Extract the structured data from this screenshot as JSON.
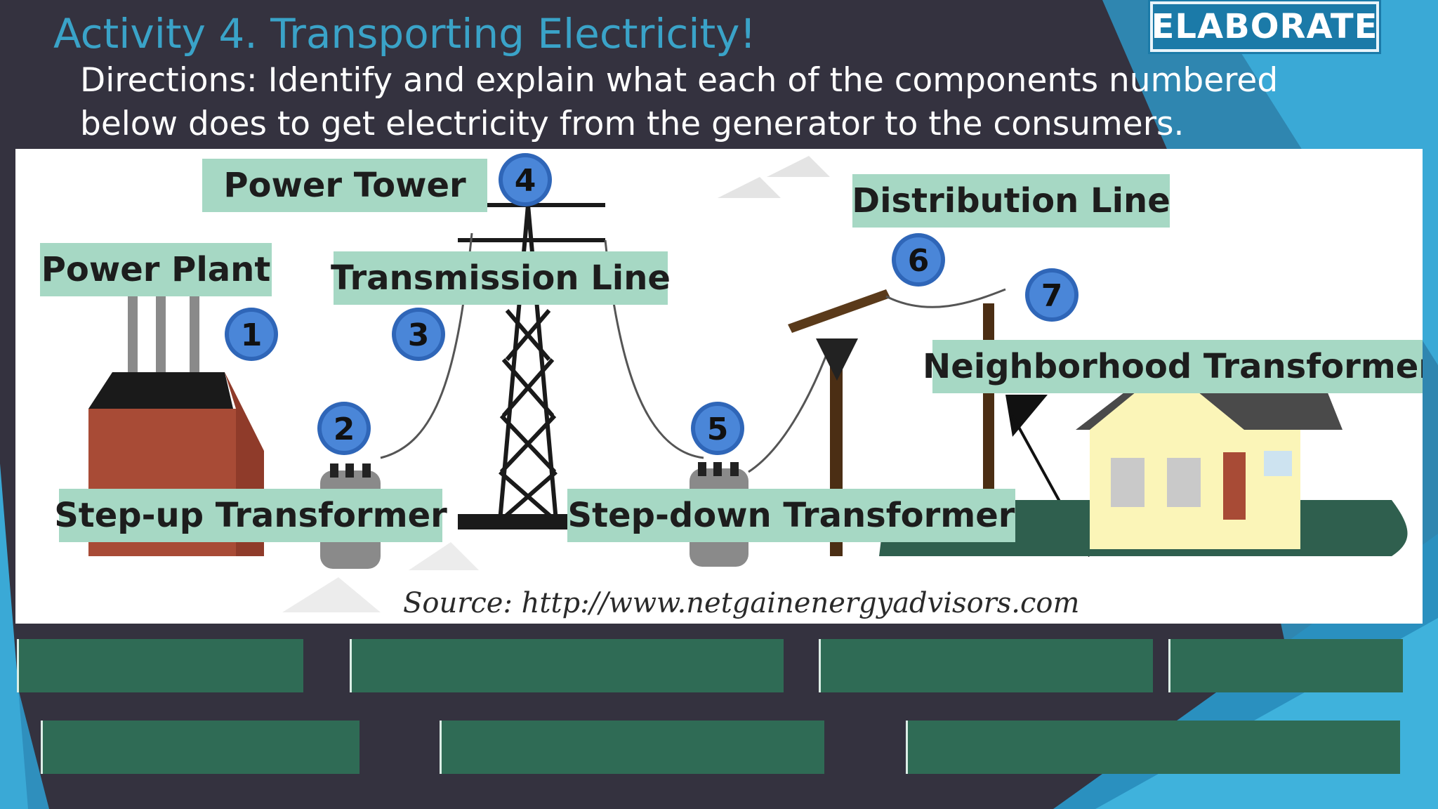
{
  "slide": {
    "title": "Activity 4. Transporting Electricity!",
    "badge": "ELABORATE",
    "directions": "Directions: Identify and explain what each of the components numbered below does to get electricity from the generator to the consumers."
  },
  "diagram": {
    "labels": {
      "power_plant": "Power Plant",
      "power_tower": "Power Tower",
      "transmission_line": "Transmission Line",
      "distribution_line": "Distribution Line",
      "neighborhood_transformer": "Neighborhood Transformer",
      "step_up_transformer": "Step-up Transformer",
      "step_down_transformer": "Step-down Transformer"
    },
    "numbers": [
      "1",
      "2",
      "3",
      "4",
      "5",
      "6",
      "7"
    ],
    "source": "Source: http://www.netgainenergyadvisors.com"
  },
  "colors": {
    "background": "#34323f",
    "accent_blue": "#3aa3c8",
    "label_fill": "#a6d8c4",
    "answer_box": "#2f6b55"
  }
}
